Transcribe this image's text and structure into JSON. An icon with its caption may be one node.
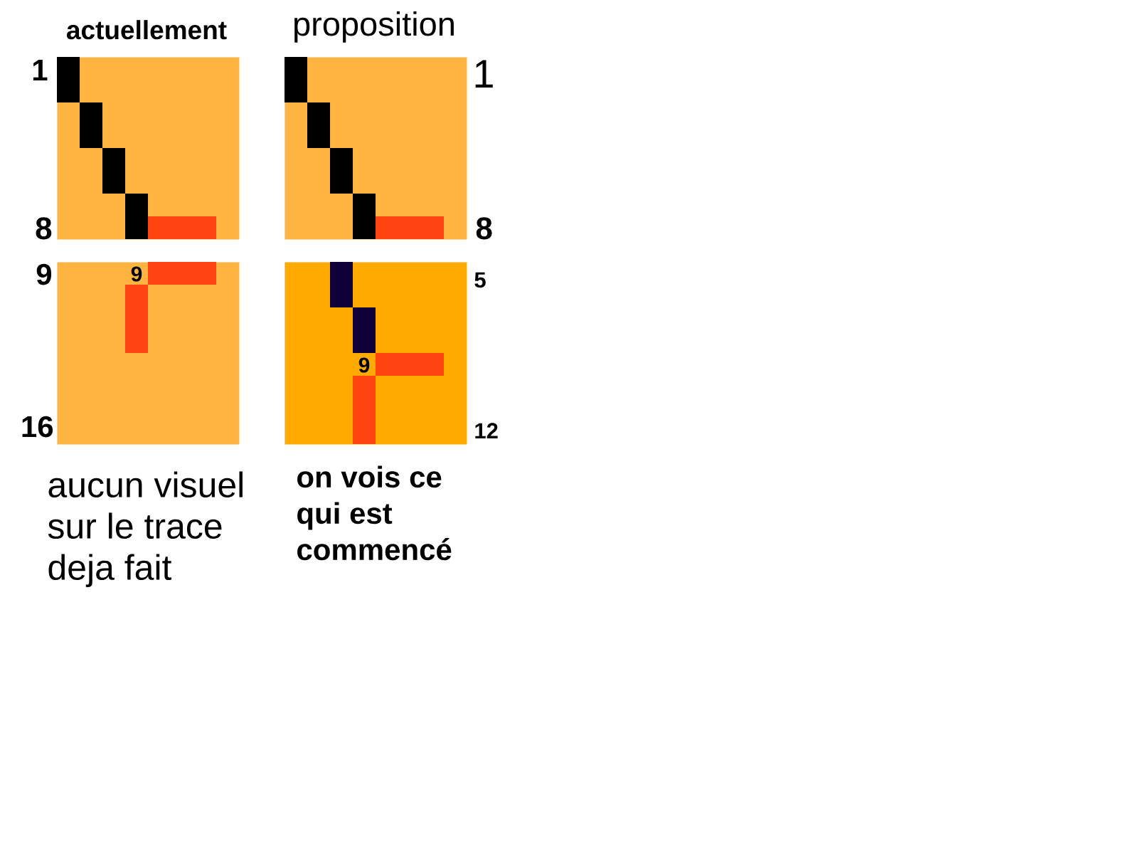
{
  "diagram": {
    "nodes": [
      {
        "text": [],
        "shape": "box"
      },
      {
        "text": [],
        "shape": "box"
      },
      {
        "text": [
          "9"
        ]
      },
      {
        "text": [
          "9"
        ]
      }
    ],
    "labels": [
      "actuellement",
      "proposition",
      "1",
      "1",
      "8",
      "8",
      "9",
      "5",
      "16",
      "12",
      "aucun visuel sur le trace deja fait",
      "on vois ce qui est commencé"
    ]
  }
}
